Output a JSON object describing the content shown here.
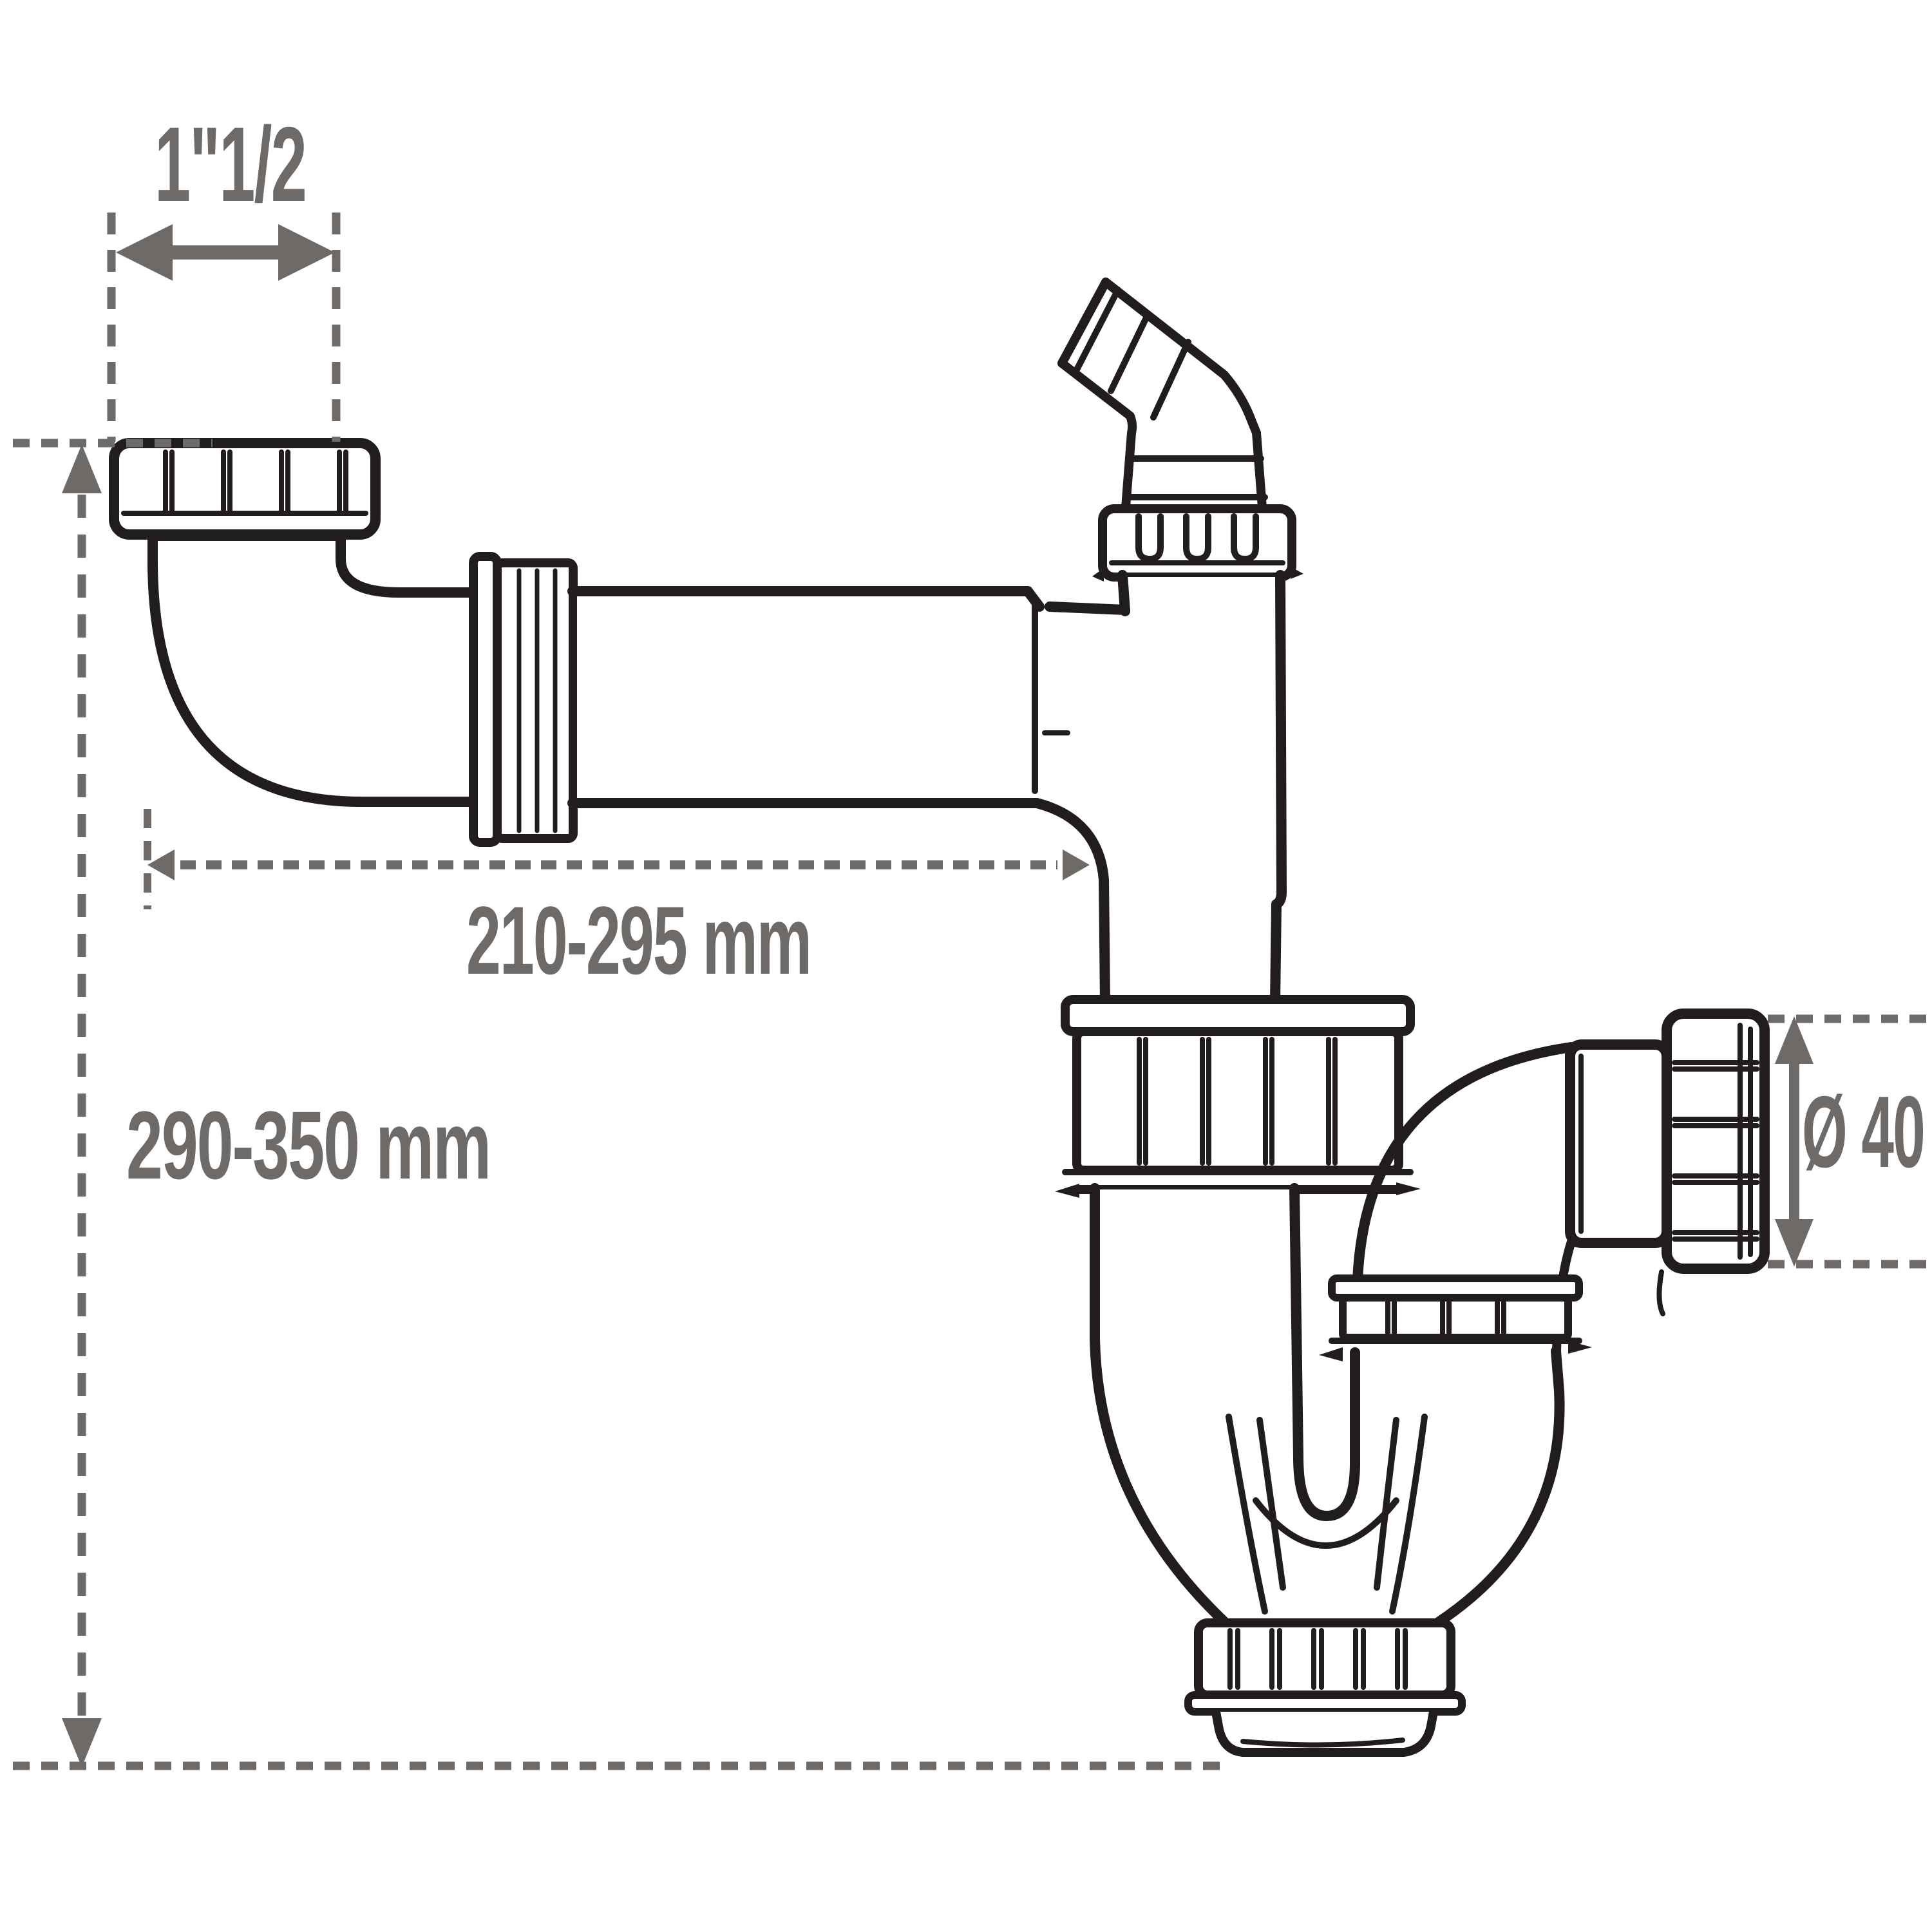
{
  "diagram": {
    "type": "technical-drawing",
    "subject": "sink-siphon-p-trap",
    "dimensions": {
      "thread": {
        "label": "1\"1/2"
      },
      "width": {
        "label": "210-295 mm"
      },
      "height": {
        "label": "290-350 mm"
      },
      "diameter": {
        "label": "Ø 40"
      }
    }
  },
  "colors": {
    "line": "#201d1c",
    "dim": "#6d6a68",
    "bg": "#ffffff"
  },
  "icons": {
    "horizontal_double_arrow": "thread-size-arrow",
    "vertical_double_arrow": "diameter-arrow",
    "up_arrow": "height-dim-arrow-up",
    "down_arrow": "height-dim-arrow-down",
    "left_arrow": "width-dim-arrow-left",
    "right_arrow": "width-dim-arrow-right"
  }
}
